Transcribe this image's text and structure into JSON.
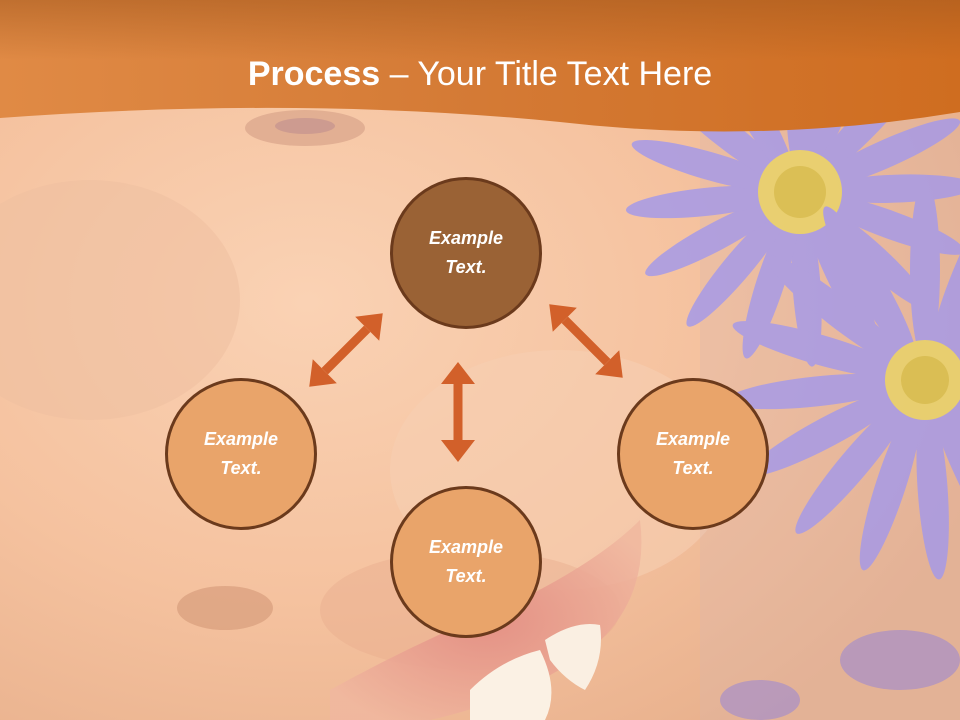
{
  "slide": {
    "title_bold": "Process",
    "title_rest": " – Your Title Text Here"
  },
  "diagram": {
    "nodes": {
      "top": {
        "line1": "Example",
        "line2": "Text."
      },
      "left": {
        "line1": "Example",
        "line2": "Text."
      },
      "right": {
        "line1": "Example",
        "line2": "Text."
      },
      "bottom": {
        "line1": "Example",
        "line2": "Text."
      }
    },
    "connectors": [
      "top-left",
      "top-bottom",
      "top-right"
    ]
  },
  "colors": {
    "header": "#d9772c",
    "node_primary": "#9a6235",
    "node_secondary": "#e9a46a",
    "node_border": "#6b3a1c",
    "arrow": "#d2602a",
    "petals": "#a69ae8"
  }
}
